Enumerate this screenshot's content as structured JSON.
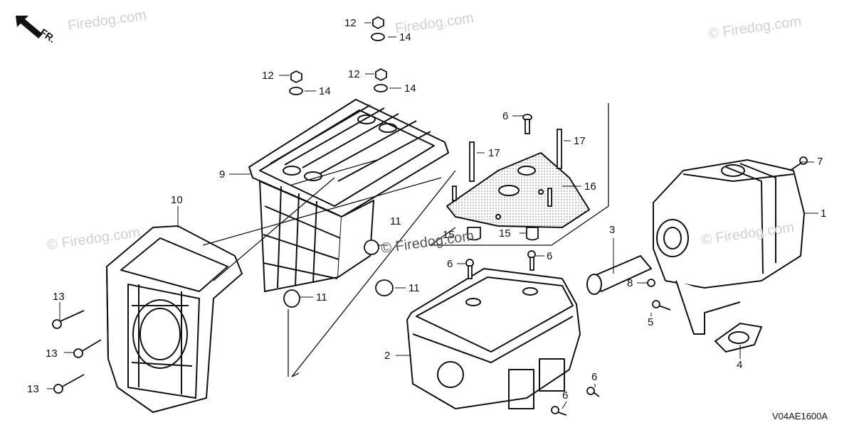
{
  "direction_label": "FR.",
  "diagram_code": "V04AE1600A",
  "watermarks": [
    "Firedog.com",
    "Firedog.com",
    "© Firedog.com",
    "© Firedog.com",
    "© Firedog.com",
    "© Firedog.com"
  ],
  "callouts": [
    {
      "id": "c12a",
      "text": "12",
      "part": "flange-nut"
    },
    {
      "id": "c14a",
      "text": "14",
      "part": "washer"
    },
    {
      "id": "c12b",
      "text": "12",
      "part": "flange-nut"
    },
    {
      "id": "c14b",
      "text": "14",
      "part": "washer"
    },
    {
      "id": "c12c",
      "text": "12",
      "part": "flange-nut"
    },
    {
      "id": "c14c",
      "text": "14",
      "part": "washer"
    },
    {
      "id": "c9",
      "text": "9",
      "part": "protector-frame"
    },
    {
      "id": "c10",
      "text": "10",
      "part": "end-guard"
    },
    {
      "id": "c6a",
      "text": "6",
      "part": "bolt"
    },
    {
      "id": "c17a",
      "text": "17",
      "part": "stud-bolt"
    },
    {
      "id": "c17b",
      "text": "17",
      "part": "stud-bolt"
    },
    {
      "id": "c16",
      "text": "16",
      "part": "heat-plate"
    },
    {
      "id": "c15",
      "text": "15",
      "part": "collar"
    },
    {
      "id": "c15b",
      "text": "15",
      "part": "collar"
    },
    {
      "id": "c11a",
      "text": "11",
      "part": "grommet"
    },
    {
      "id": "c11b",
      "text": "11",
      "part": "grommet"
    },
    {
      "id": "c11c",
      "text": "11",
      "part": "grommet"
    },
    {
      "id": "c7",
      "text": "7",
      "part": "bolt"
    },
    {
      "id": "c1",
      "text": "1",
      "part": "muffler"
    },
    {
      "id": "c3",
      "text": "3",
      "part": "spark-arrester"
    },
    {
      "id": "c6b",
      "text": "6",
      "part": "bolt"
    },
    {
      "id": "c6c",
      "text": "6",
      "part": "bolt"
    },
    {
      "id": "c8",
      "text": "8",
      "part": "nut"
    },
    {
      "id": "c5",
      "text": "5",
      "part": "bolt"
    },
    {
      "id": "c2",
      "text": "2",
      "part": "muffler-protector"
    },
    {
      "id": "c4",
      "text": "4",
      "part": "gasket"
    },
    {
      "id": "c13a",
      "text": "13",
      "part": "flange-bolt"
    },
    {
      "id": "c13b",
      "text": "13",
      "part": "flange-bolt"
    },
    {
      "id": "c13c",
      "text": "13",
      "part": "flange-bolt"
    },
    {
      "id": "c6d",
      "text": "6",
      "part": "bolt"
    },
    {
      "id": "c6e",
      "text": "6",
      "part": "bolt"
    }
  ]
}
